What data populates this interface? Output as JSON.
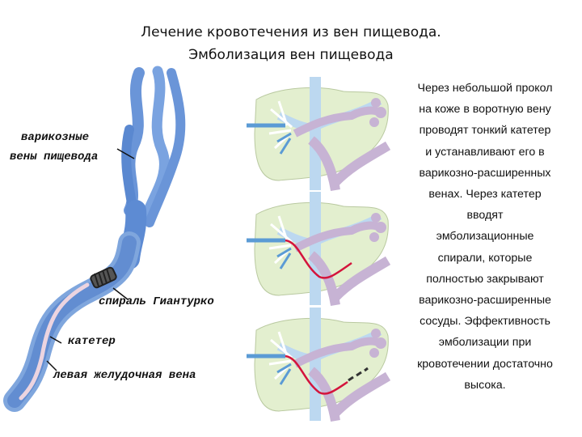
{
  "title": {
    "line1": "Лечение кровотечения из вен пищевода.",
    "line2": "Эмболизация вен пищевода"
  },
  "left_illustration": {
    "labels": {
      "varicose_line1": "варикозные",
      "varicose_line2": "вены пищевода",
      "coil": "спираль Гиантурко",
      "catheter": "катетер",
      "vein": "левая желудочная вена"
    },
    "colors": {
      "vein": "#6a95d8",
      "vein_dark": "#3f6fc0",
      "catheter": "#e8c8d8",
      "coil": "#333333"
    }
  },
  "liver_panels": [
    {
      "step": 1,
      "catheter": false,
      "coils": false
    },
    {
      "step": 2,
      "catheter": true,
      "coils": false
    },
    {
      "step": 3,
      "catheter": true,
      "coils": true
    }
  ],
  "panel_colors": {
    "liver": "#e3efcf",
    "hepatic_veins": "#bcd8f0",
    "portal": "#c7b3d4",
    "catheter": "#d4143c",
    "needle": "#5b9bd5"
  },
  "description": {
    "lines": [
      "Через небольшой прокол",
      "на коже в воротную вену",
      "проводят тонкий катетер",
      "и устанавливают его в",
      "варикозно-расширенных",
      "венах. Через катетер",
      "вводят",
      "эмболизационные",
      "спирали, которые",
      "полностью закрывают",
      "варикозно-расширенные",
      "сосуды. Эффективность",
      "эмболизации при",
      "кровотечении достаточно",
      "высока."
    ]
  }
}
